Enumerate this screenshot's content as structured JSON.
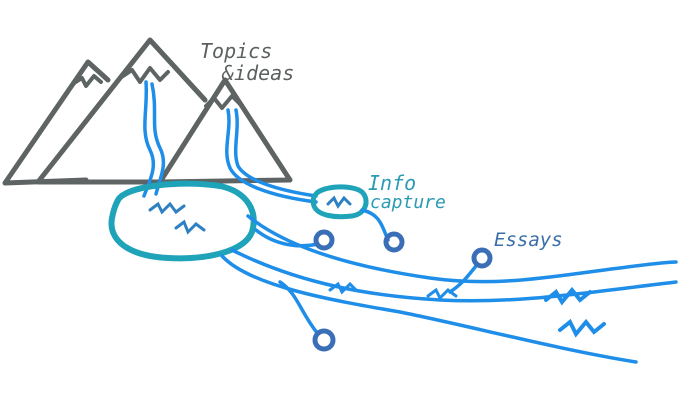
{
  "labels": {
    "topics": "Topics",
    "ideas": "&ideas",
    "info": "Info",
    "capture": "capture",
    "essays": "Essays"
  },
  "colors": {
    "mountain": "#5d6463",
    "snow": "#2f7fc3",
    "lake": "#1ea3b8",
    "river": "#1e8ee8",
    "node": "#3a6fb8",
    "text_dark": "#5a5f5f",
    "text_teal": "#2a9bb3",
    "text_blue": "#3a6ea8"
  }
}
